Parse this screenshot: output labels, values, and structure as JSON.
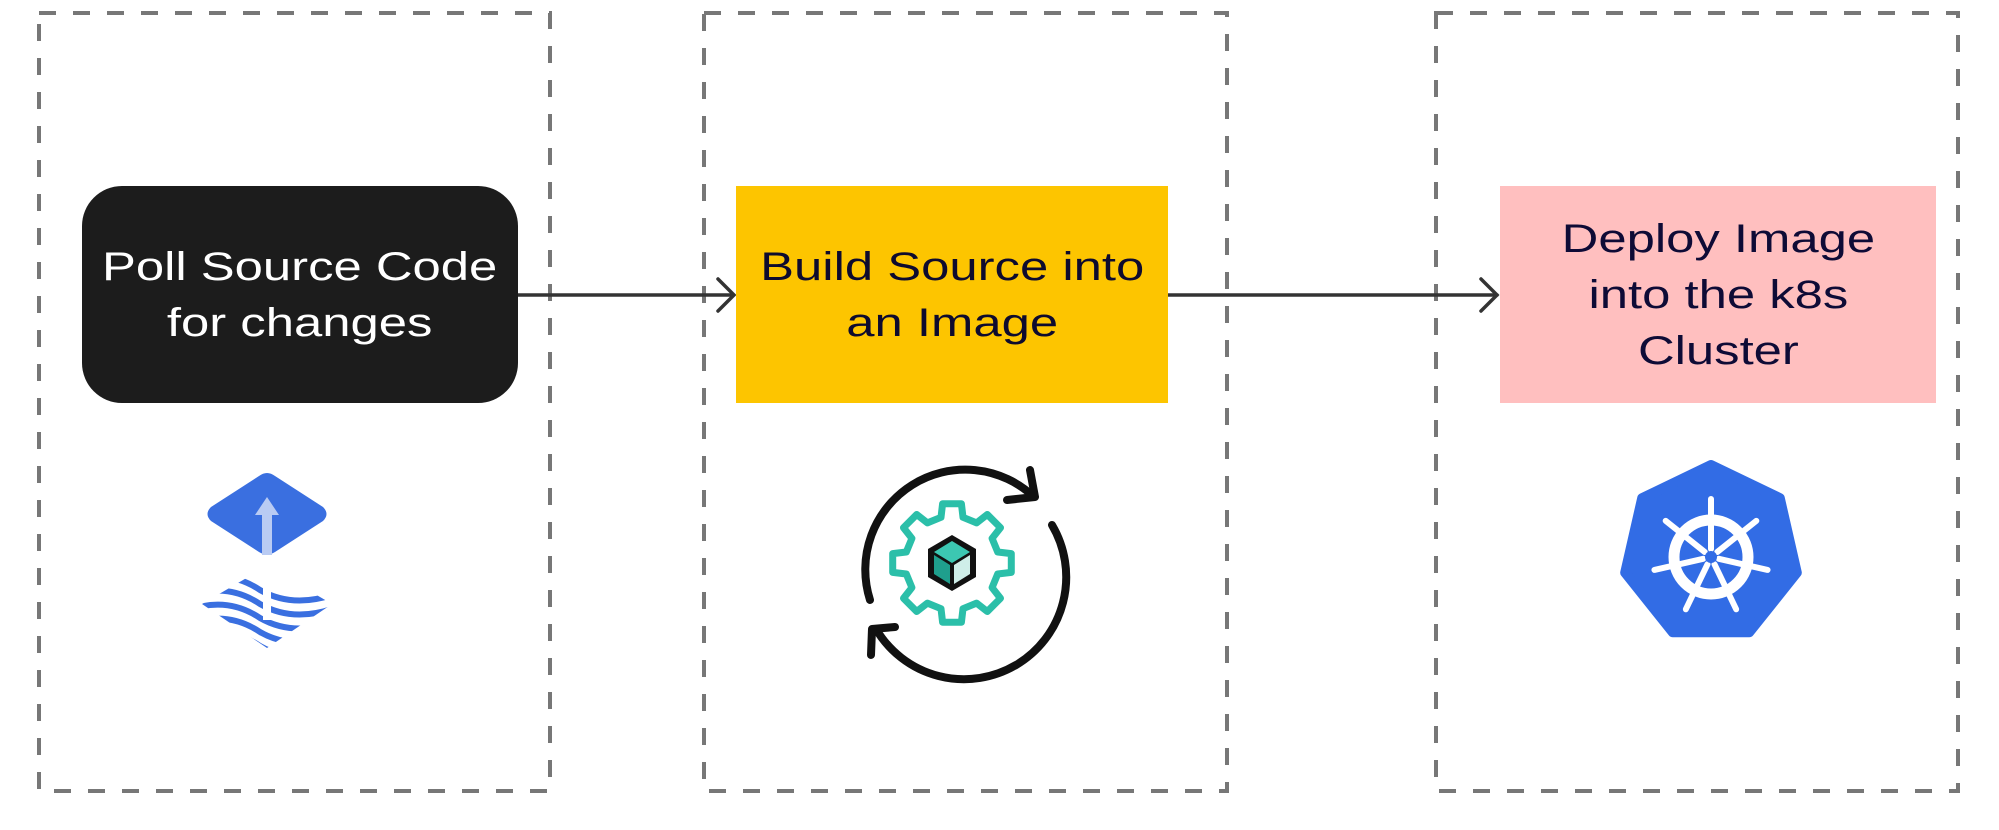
{
  "diagram": {
    "stages": [
      {
        "label": "Poll Source Code\nfor changes",
        "icon": "flux-icon"
      },
      {
        "label": "Build Source into\nan Image",
        "icon": "build-cycle-gear-icon"
      },
      {
        "label": "Deploy Image\ninto the k8s\nCluster",
        "icon": "kubernetes-icon"
      }
    ],
    "connectors": [
      {
        "from": "Poll Source Code for changes",
        "to": "Build Source into an Image"
      },
      {
        "from": "Build Source into an Image",
        "to": "Deploy Image into the k8s Cluster"
      }
    ]
  },
  "colors": {
    "dashed_border": "#777777",
    "arrow": "#333333",
    "poll_bg": "#1c1c1c",
    "build_bg": "#fdc500",
    "deploy_bg": "#ffbfbf",
    "flux_blue": "#3a6fe0",
    "flux_arrow": "#b9cbf3",
    "gear_teal": "#2bbfa9",
    "k8s_blue": "#326ce5"
  }
}
